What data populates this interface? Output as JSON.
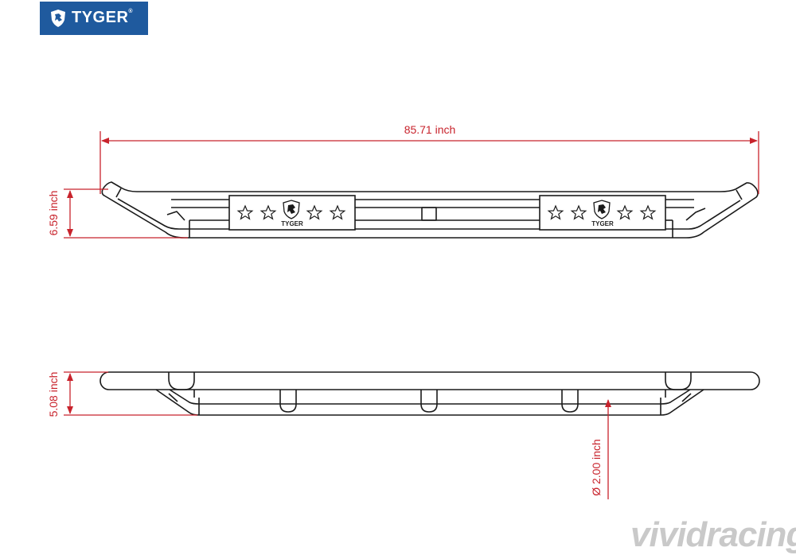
{
  "brand": {
    "name": "TYGER",
    "reg_mark": "®",
    "color": "#1f5a9e"
  },
  "dimensions": {
    "length": "85.71 inch",
    "top_height": "6.59 inch",
    "bottom_height": "5.08 inch",
    "diameter": "Ø 2.00 inch",
    "color": "#c8232c"
  },
  "step_pad": {
    "brand": "TYGER",
    "stars_per_side": 2
  },
  "watermark": "vividracing"
}
